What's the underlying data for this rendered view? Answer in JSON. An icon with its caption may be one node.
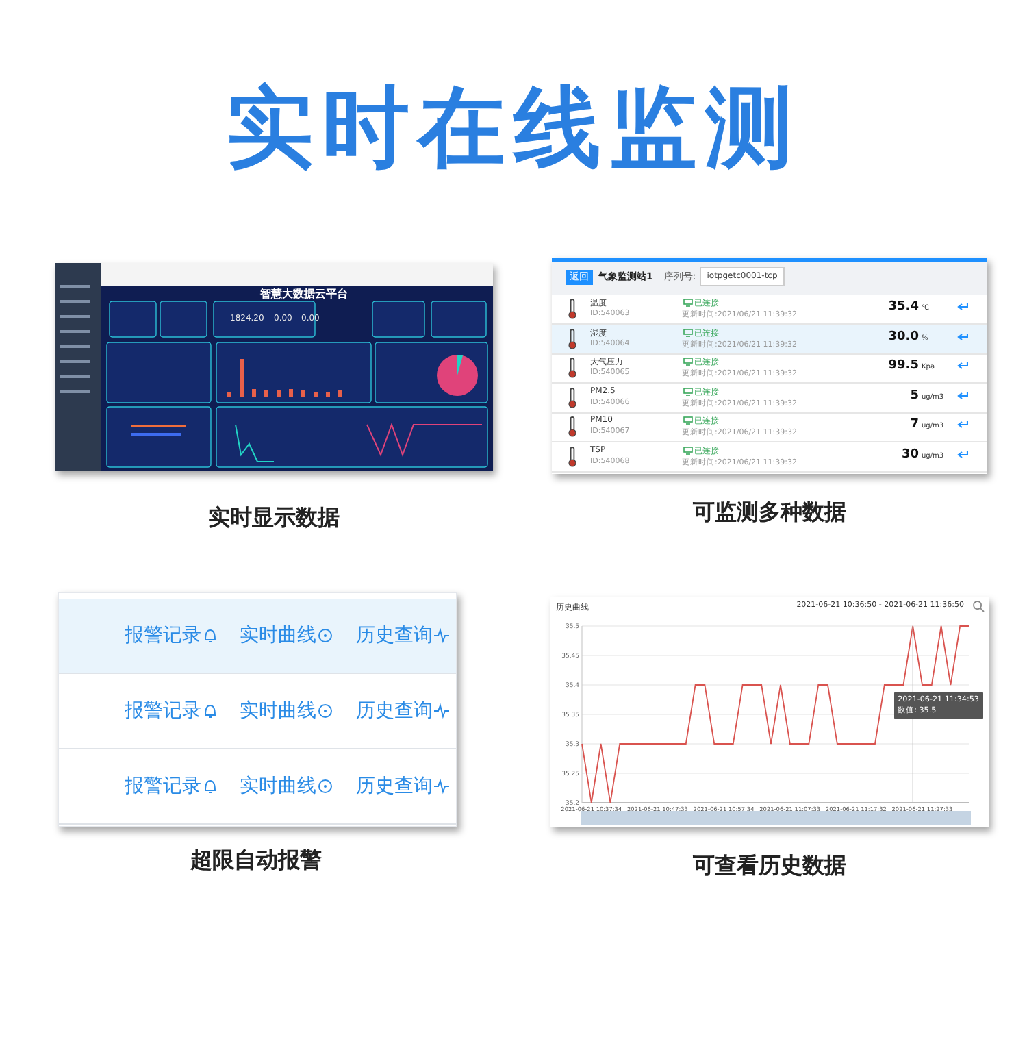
{
  "diagram": {
    "title": "实时在线监测",
    "nodes": [
      {
        "text": [
          "智慧大数据云平台",
          "1824.20",
          "0.00",
          "0.00"
        ],
        "beside": [
          "实时显示数据"
        ]
      },
      {
        "text": [
          "返回",
          "气象监测站1",
          "序列号:",
          "iotpgetc0001-tcp"
        ],
        "beside": [
          "可监测多种数据"
        ]
      },
      {
        "text": [
          "温度",
          "ID:540063",
          "已连接",
          "更新时间:2021/06/21 11:39:32",
          "35.4",
          "℃"
        ],
        "in": 1
      },
      {
        "text": [
          "湿度",
          "ID:540064",
          "已连接",
          "更新时间:2021/06/21 11:39:32",
          "30.0",
          "%"
        ],
        "in": 1
      },
      {
        "text": [
          "大气压力",
          "ID:540065",
          "已连接",
          "更新时间:2021/06/21 11:39:32",
          "99.5",
          "Kpa"
        ],
        "in": 1
      },
      {
        "text": [
          "PM2.5",
          "ID:540066",
          "已连接",
          "更新时间:2021/06/21 11:39:32",
          "5",
          "ug/m3"
        ],
        "in": 1
      },
      {
        "text": [
          "PM10",
          "ID:540067",
          "已连接",
          "更新时间:2021/06/21 11:39:32",
          "7",
          "ug/m3"
        ],
        "in": 1
      },
      {
        "text": [
          "TSP",
          "ID:540068",
          "已连接",
          "更新时间:2021/06/21 11:39:32",
          "30",
          "ug/m3"
        ],
        "in": 1
      },
      {
        "text": [],
        "shape": "box",
        "beside": [
          "超限自动报警"
        ]
      },
      {
        "text": [
          "报警记录",
          "实时曲线",
          "历史查询"
        ],
        "in": 8
      },
      {
        "text": [
          "报警记录",
          "实时曲线",
          "历史查询"
        ],
        "in": 8
      },
      {
        "text": [
          "报警记录",
          "实时曲线",
          "历史查询"
        ],
        "in": 8
      },
      {
        "text": [
          "历史曲线",
          "2021-06-21 10:36:50 - 2021-06-21 11:36:50"
        ],
        "beside": [
          "可查看历史数据"
        ]
      }
    ],
    "chart_data": {
      "type": "line",
      "categories": [
        null,
        "2021-06-21 10:37:34",
        null,
        null,
        null,
        null,
        null,
        null,
        "2021-06-21 10:47:33",
        null,
        null,
        null,
        null,
        null,
        null,
        "2021-06-21 10:57:34",
        null,
        null,
        null,
        null,
        null,
        null,
        "2021-06-21 11:07:33",
        null,
        null,
        null,
        null,
        null,
        null,
        "2021-06-21 11:17:32",
        null,
        null,
        null,
        null,
        null,
        null,
        "2021-06-21 11:27:33",
        null,
        null,
        null,
        null,
        null
      ],
      "series": [
        {
          "color": "#d9534f",
          "values": [
            35.3,
            35.2,
            35.3,
            35.2,
            35.3,
            35.3,
            35.3,
            35.3,
            35.3,
            35.3,
            35.3,
            35.3,
            35.4,
            35.4,
            35.3,
            35.3,
            35.3,
            35.4,
            35.4,
            35.4,
            35.3,
            35.4,
            35.3,
            35.3,
            35.3,
            35.4,
            35.4,
            35.3,
            35.3,
            35.3,
            35.3,
            35.3,
            35.4,
            35.4,
            35.4,
            35.5,
            35.4,
            35.4,
            35.5,
            35.4,
            35.5,
            35.5
          ]
        }
      ],
      "ylim": [
        35.2,
        35.5
      ],
      "yticks": [
        35.2,
        35.25,
        35.3,
        35.35,
        35.4,
        35.45,
        35.5
      ],
      "grid": true,
      "annotations": [
        {
          "text": [
            "2021-06-21 11:34:53",
            "数值: 35.5"
          ]
        }
      ]
    }
  }
}
